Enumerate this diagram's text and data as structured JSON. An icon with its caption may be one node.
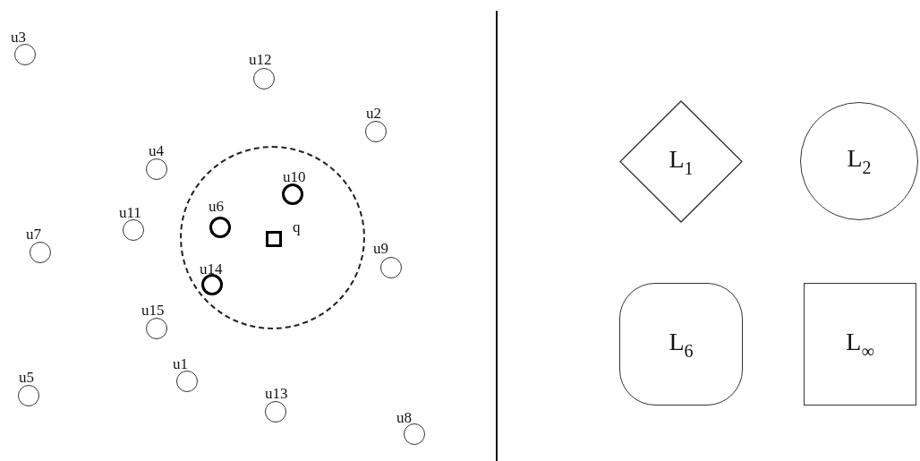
{
  "diagram": {
    "nodes": [
      {
        "text": [],
        "shape": "circle",
        "beside": [
          "u3"
        ]
      },
      {
        "text": [],
        "shape": "circle",
        "beside": [
          "u12"
        ]
      },
      {
        "text": [],
        "shape": "circle",
        "beside": [
          "u2"
        ]
      },
      {
        "text": [],
        "shape": "circle",
        "beside": [
          "u4"
        ]
      },
      {
        "text": [],
        "shape": "circle"
      },
      {
        "text": [],
        "shape": "circle",
        "beside": [
          "u10"
        ],
        "in": 4
      },
      {
        "text": [],
        "shape": "circle",
        "beside": [
          "u6"
        ],
        "in": 4
      },
      {
        "text": [],
        "shape": "box",
        "beside": [
          "q"
        ],
        "in": 4
      },
      {
        "text": [],
        "shape": "circle",
        "beside": [
          "u14"
        ],
        "in": 4
      },
      {
        "text": [],
        "shape": "circle",
        "beside": [
          "u11"
        ]
      },
      {
        "text": [],
        "shape": "circle",
        "beside": [
          "u7"
        ]
      },
      {
        "text": [],
        "shape": "circle",
        "beside": [
          "u9"
        ]
      },
      {
        "text": [],
        "shape": "circle",
        "beside": [
          "u15"
        ]
      },
      {
        "text": [],
        "shape": "circle",
        "beside": [
          "u1"
        ]
      },
      {
        "text": [],
        "shape": "circle",
        "beside": [
          "u5"
        ]
      },
      {
        "text": [],
        "shape": "circle",
        "beside": [
          "u13"
        ]
      },
      {
        "text": [],
        "shape": "circle",
        "beside": [
          "u8"
        ]
      },
      {
        "text": [
          "L$_{1}$"
        ]
      },
      {
        "text": [
          "L$_{2}$"
        ]
      },
      {
        "text": [
          "L$_{6}$"
        ]
      },
      {
        "text": [
          "L$_{∞}$"
        ]
      }
    ]
  }
}
